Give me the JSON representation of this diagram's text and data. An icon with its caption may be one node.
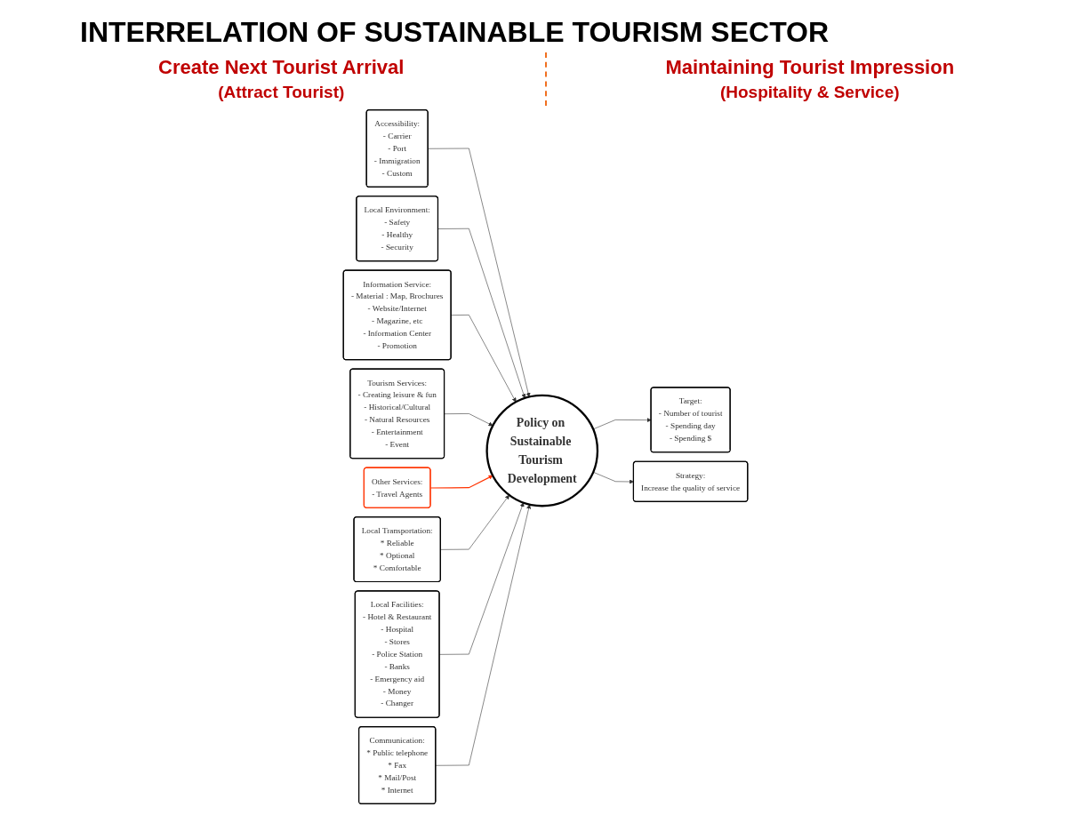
{
  "diagram": {
    "title": "INTERRELATION OF SUSTAINABLE TOURISM SECTOR",
    "nodes": [
      {
        "text": [
          "Target:",
          "- Number of tourist",
          "- Spending day",
          "- Spending $"
        ]
      },
      {
        "text": [
          "Accessibility:",
          "- Carrier",
          "- Port",
          "- Immigration",
          "- Custom"
        ]
      },
      {
        "text": [
          "Local Environment:",
          "- Safety",
          "- Healthy",
          "- Security"
        ]
      },
      {
        "text": [
          "Information Service:",
          "- Material : Map, Brochures",
          "- Website/Internet",
          "- Magazine, etc",
          "- Information Center",
          "- Promotion"
        ]
      },
      {
        "text": [
          "Tourism Services:",
          "- Creating leisure & fun",
          "- Historical/Cultural",
          "- Natural Resources",
          "- Entertainment",
          "- Event"
        ]
      },
      {
        "text": [
          "Policy on Sustainable Tourism Development"
        ]
      },
      {
        "text": [
          "Other Services:",
          "- Travel Agents"
        ]
      },
      {
        "text": [
          "Strategy:",
          "Increase the quality of service"
        ]
      },
      {
        "text": [
          "Local Transportation:",
          "* Reliable",
          "* Optional",
          "* Comfortable"
        ]
      },
      {
        "text": [
          "Local Facilities:",
          "- Hotel & Restaurant",
          "- Hospital",
          "- Stores",
          "- Police Station",
          "- Banks",
          "- Emergency aid",
          "- Money",
          "- Changer"
        ]
      },
      {
        "text": [
          "Communication:",
          "* Public telephone",
          "* Fax",
          "* Mail/Post",
          "* Internet"
        ]
      }
    ],
    "edges": [
      {
        "from": 5,
        "to": 0,
        "arrow": "to"
      },
      {
        "from": 1,
        "to": 5,
        "arrow": "to"
      },
      {
        "from": 2,
        "to": 5,
        "arrow": "to"
      },
      {
        "from": 3,
        "to": 5,
        "arrow": "to"
      },
      {
        "from": 4,
        "to": 5,
        "arrow": "to"
      },
      {
        "from": 6,
        "to": 5,
        "arrow": "to",
        "color": "#ff3300"
      },
      {
        "from": 5,
        "to": 7,
        "arrow": "to"
      },
      {
        "from": 8,
        "to": 5,
        "arrow": "to"
      },
      {
        "from": 9,
        "to": 5,
        "arrow": "to"
      },
      {
        "from": 10,
        "to": 5,
        "arrow": "to"
      }
    ],
    "labels": [
      "Create Next Tourist Arrival",
      "(Attract Tourist)",
      "Maintaining Tourist Impression",
      "(Hospitality & Service)"
    ]
  }
}
